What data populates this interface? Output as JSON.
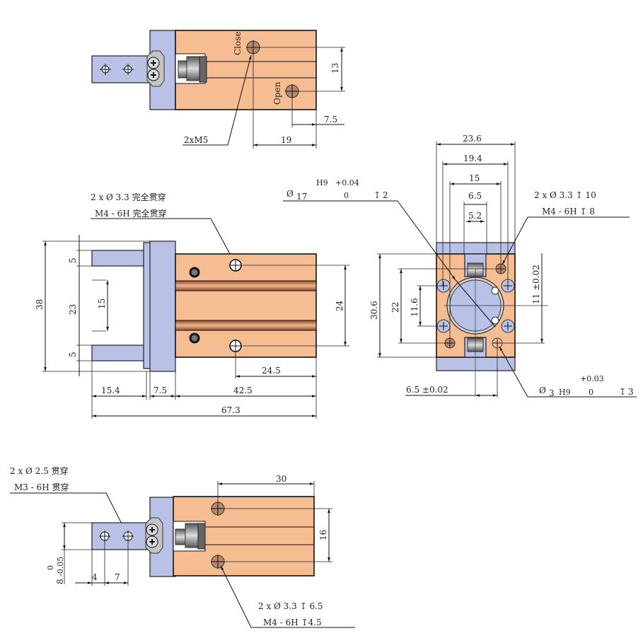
{
  "drawing": {
    "subject": "Parallel pneumatic gripper dimension drawing",
    "colors": {
      "body": "#f6bc92",
      "jaw": "#b9c2e6",
      "line": "#111111"
    },
    "top_view": {
      "port_close_label": "Close",
      "port_open_label": "Open",
      "port_thread_label": "2xM5",
      "dim_port_spacing": "13",
      "dim_open_offset": "7.5",
      "dim_close_offset": "19"
    },
    "side_view": {
      "callout_line1": "2 x Ø 3.3 完全贯穿",
      "callout_line2": "M4 - 6H 完全贯穿",
      "dim_total_height": "38",
      "dim_jaw_top": "5",
      "dim_jaw_gap": "23",
      "dim_jaw_inner": "15",
      "dim_jaw_bottom": "5",
      "dim_hole_spacing": "24",
      "dim_hole_offset": "24.5",
      "dim_jaw_length": "15.4",
      "dim_flange": "7.5",
      "dim_body_length": "42.5",
      "dim_overall_length": "67.3"
    },
    "end_view": {
      "bore_callout": {
        "symbol": "Ø",
        "diameter": "17",
        "fit": "H9",
        "upper_tol": "+0.04",
        "lower_tol": "0",
        "depth_symbol": "↧",
        "depth": "2"
      },
      "mount_callout_line1": "2 x Ø 3.3 ↧ 10",
      "mount_callout_line2": "M4 - 6H ↧ 8",
      "pin_callout": {
        "symbol": "Ø",
        "diameter": "3",
        "fit": "H9",
        "upper_tol": "+0.03",
        "lower_tol": "0",
        "depth_symbol": "↧",
        "depth": "3"
      },
      "dim_width_outer": "23.6",
      "dim_width_194": "19.4",
      "dim_width_15": "15",
      "dim_slot_65": "6.5",
      "dim_slot_52": "5.2",
      "dim_height_306": "30.6",
      "dim_height_22": "22",
      "dim_height_116": "11.6",
      "dim_pin_vertical": "11 ±0.02",
      "dim_pin_horizontal": "6.5 ±0.02"
    },
    "bottom_view": {
      "callout_line1": "2 x Ø 2.5 贯穿",
      "callout_line2": "M3 - 6H 贯穿",
      "callout2_line1": "2 x Ø 3.3 ↧ 6.5",
      "callout2_line2": "M4 - 6H ↧4.5",
      "dim_hole_x": "30",
      "dim_hole_spacing": "16",
      "dim_jaw_width_tol_upper": "0",
      "dim_jaw_width": "8",
      "dim_jaw_width_tol_lower": "-0.05",
      "dim_jaw_hole_1": "4",
      "dim_jaw_hole_2": "7"
    }
  }
}
